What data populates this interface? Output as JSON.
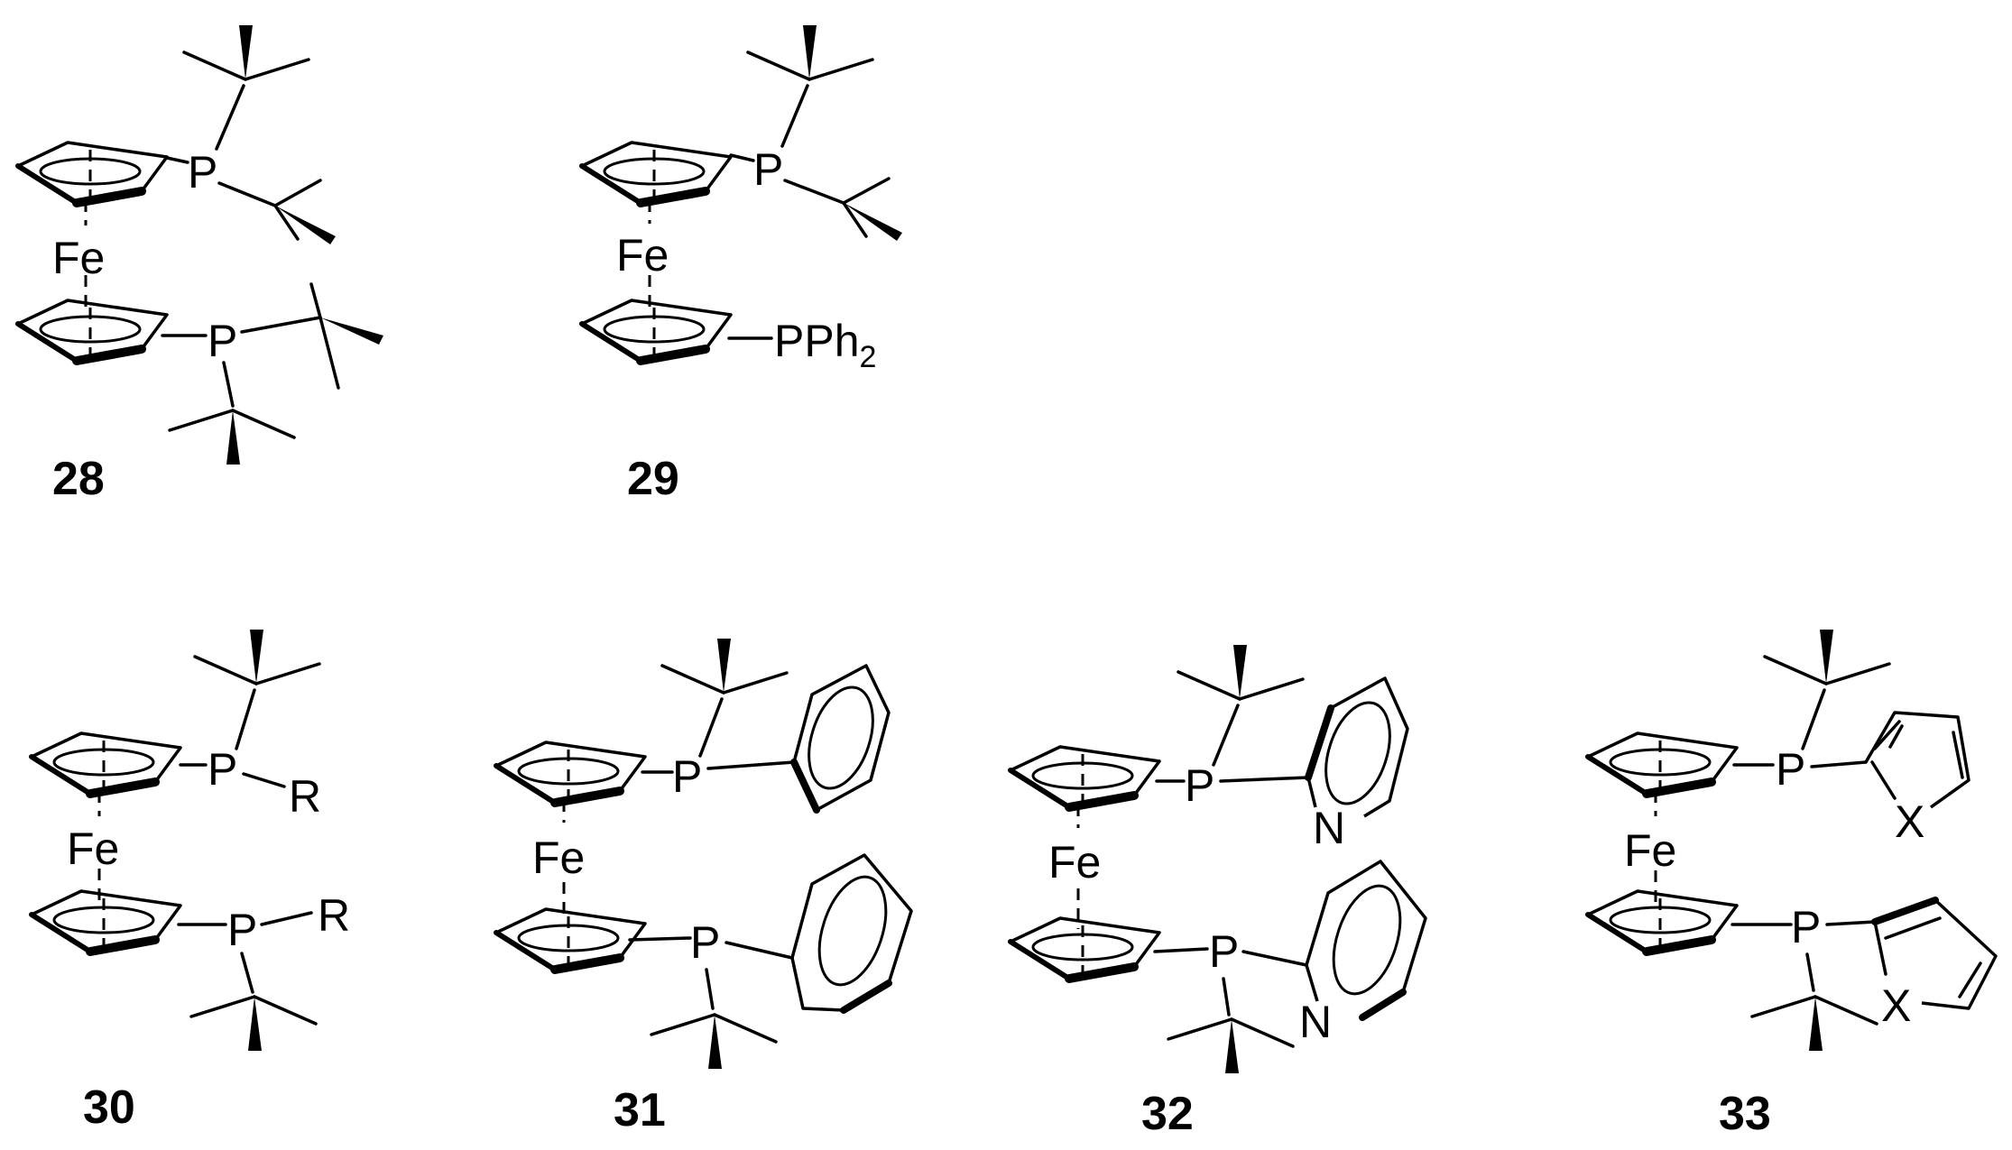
{
  "colors": {
    "background": "#ffffff",
    "ink": "#000000"
  },
  "compounds": [
    {
      "number": "28",
      "metal": "Fe",
      "upper_p": "P",
      "lower_p": "P"
    },
    {
      "number": "29",
      "metal": "Fe",
      "upper_p": "P",
      "lower_group": "PPh",
      "lower_group_subscript": "2"
    },
    {
      "number": "30",
      "metal": "Fe",
      "upper_p": "P",
      "upper_r": "R",
      "lower_p": "P",
      "lower_r": "R"
    },
    {
      "number": "31",
      "metal": "Fe",
      "upper_p": "P",
      "lower_p": "P"
    },
    {
      "number": "32",
      "metal": "Fe",
      "upper_p": "P",
      "lower_p": "P",
      "upper_n": "N",
      "lower_n": "N"
    },
    {
      "number": "33",
      "metal": "Fe",
      "upper_p": "P",
      "lower_p": "P",
      "upper_x": "X",
      "lower_x": "X"
    }
  ]
}
